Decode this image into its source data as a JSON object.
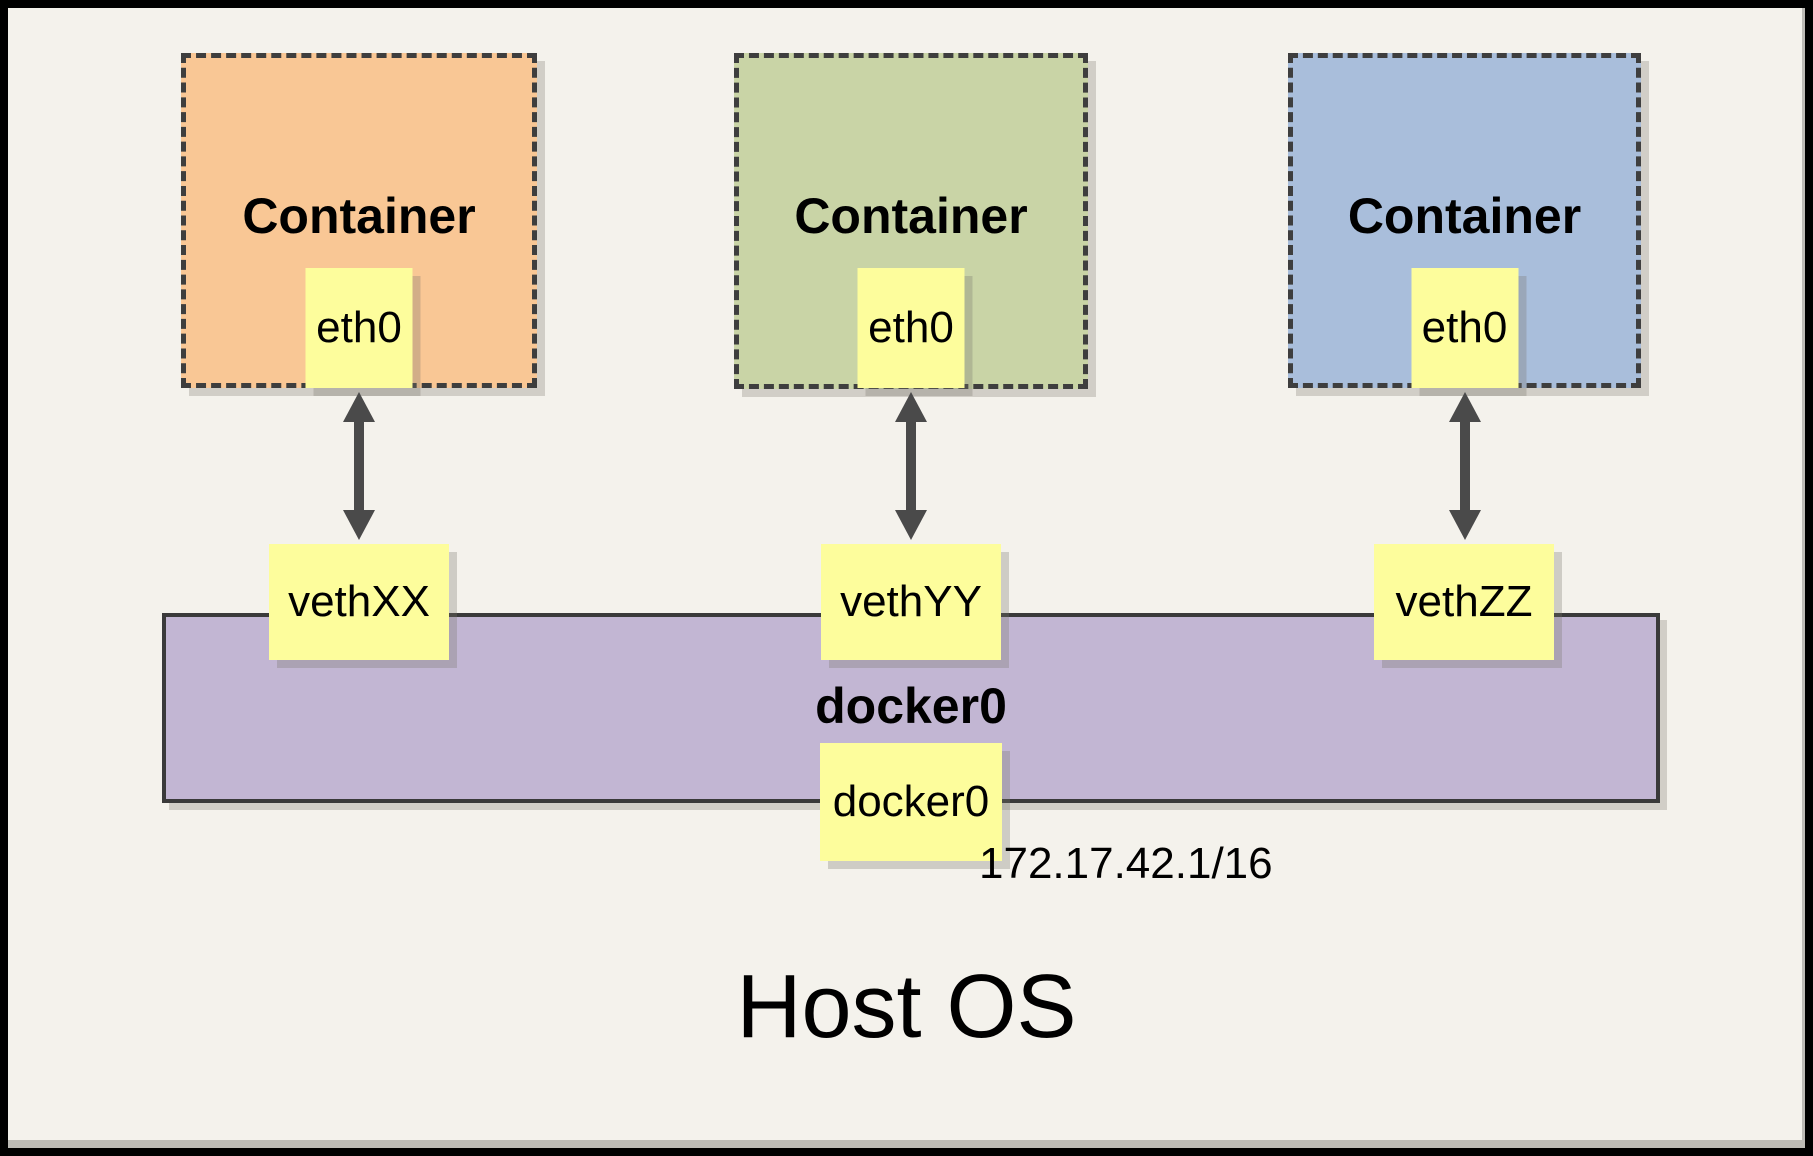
{
  "diagram": {
    "host_label": "Host OS",
    "bridge": {
      "bar_label": "docker0",
      "interface_label": "docker0",
      "ip": "172.17.42.1/16"
    },
    "containers": [
      {
        "label": "Container",
        "interface_label": "eth0",
        "veth_label": "vethXX",
        "fill": "#F9C795"
      },
      {
        "label": "Container",
        "interface_label": "eth0",
        "veth_label": "vethYY",
        "fill": "#C9D4A6"
      },
      {
        "label": "Container",
        "interface_label": "eth0",
        "veth_label": "vethZZ",
        "fill": "#A9BEDB"
      }
    ],
    "colors": {
      "background": "#F4F2EC",
      "frame_border": "#000000",
      "dashed_border": "#3E3E3E",
      "note_fill": "#FDFD9C",
      "bridge_fill": "#C2B6D3",
      "bridge_border": "#3A3A3A",
      "arrow": "#4A4A4A",
      "text": "#000000"
    }
  }
}
